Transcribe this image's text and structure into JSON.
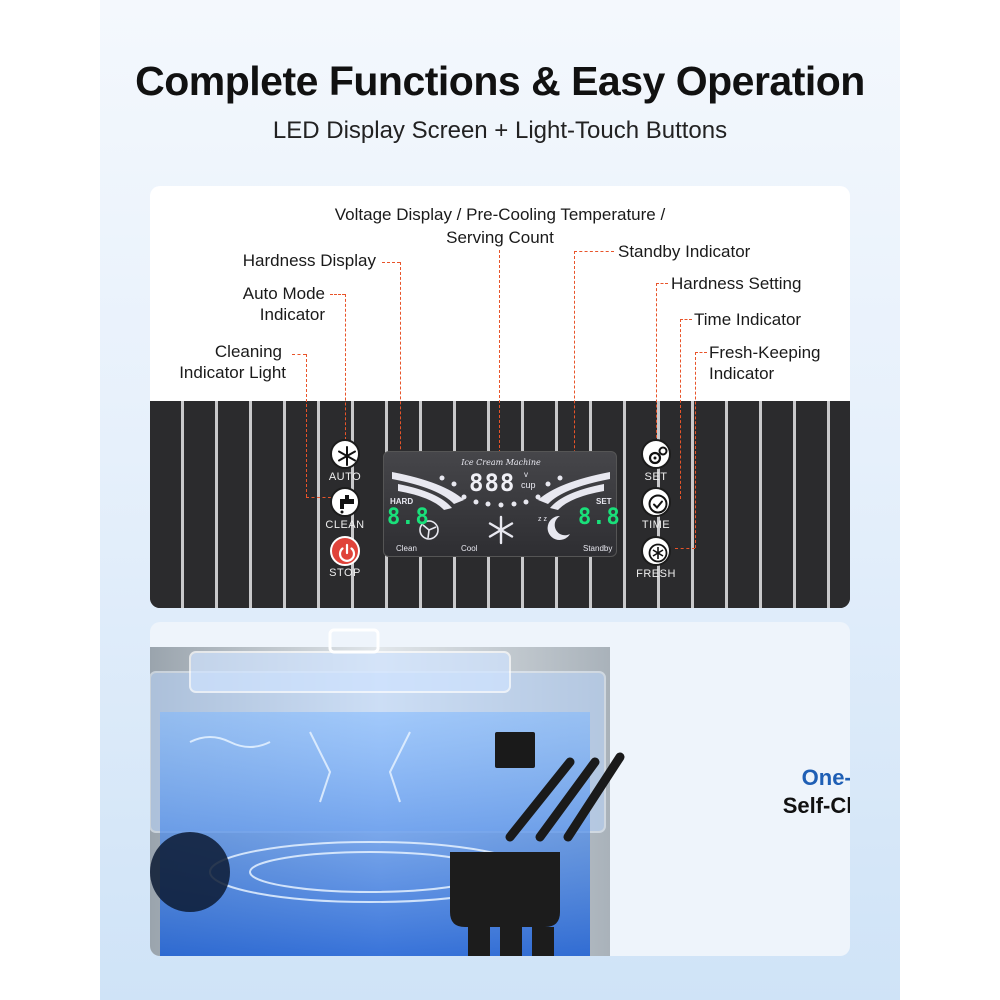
{
  "header": {
    "title": "Complete Functions & Easy Operation",
    "subtitle": "LED Display Screen + Light-Touch Buttons"
  },
  "callouts": {
    "voltage_line1": "Voltage Display / Pre-Cooling Temperature /",
    "voltage_line2": "Serving Count",
    "hardness_display": "Hardness Display",
    "auto_mode_line1": "Auto Mode",
    "auto_mode_line2": "Indicator",
    "cleaning_line1": "Cleaning",
    "cleaning_line2": "Indicator Light",
    "standby": "Standby Indicator",
    "hardness_setting": "Hardness Setting",
    "time_indicator": "Time Indicator",
    "fresh_line1": "Fresh-Keeping",
    "fresh_line2": "Indicator"
  },
  "buttons": {
    "auto": "AUTO",
    "clean": "CLEAN",
    "stop": "STOP",
    "set": "SET",
    "time": "TIME",
    "fresh": "FRESH"
  },
  "display": {
    "brand": "Ice Cream Machine",
    "main_digits": "888",
    "unit_v": "v",
    "unit_cup": "cup",
    "hard_label": "HARD",
    "hard_digits": "8.8",
    "set_label": "SET",
    "set_digits": "8.8",
    "clean_label": "Clean",
    "cool_label": "Cool",
    "standby_label": "Standby",
    "z_text": "z z"
  },
  "feature": {
    "line1": "One-Click",
    "line2": "Self-Cleaning"
  },
  "colors": {
    "accent_orange": "#e8542a",
    "lcd_green": "#19e07a",
    "feature_blue": "#1f5fb5",
    "stop_red": "#e0433a"
  }
}
